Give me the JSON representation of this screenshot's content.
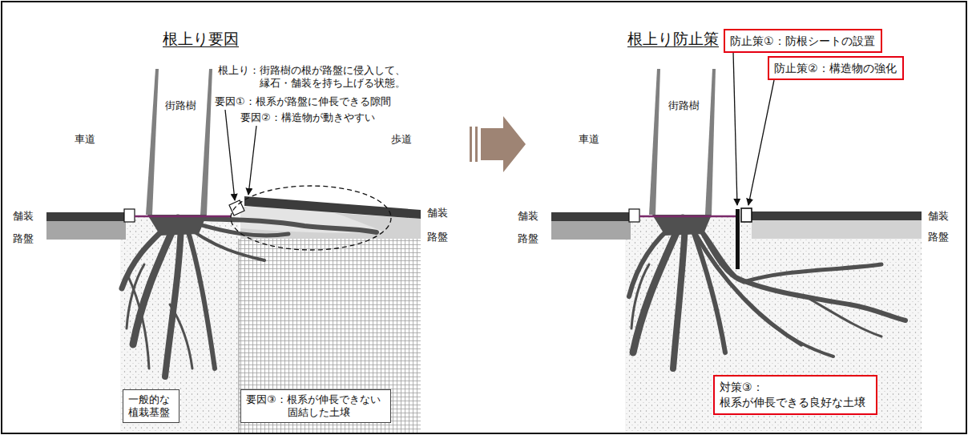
{
  "diagram": {
    "nodes": [
      {
        "text": [
          "一般的な 植栽基盤"
        ]
      },
      {
        "text": [
          "要因③：根系が伸長できない 固結した土壌"
        ]
      },
      {
        "text": [
          "防止策①：防根シートの設置"
        ]
      },
      {
        "text": [
          "防止策②：構造物の強化"
        ]
      },
      {
        "text": [
          "対策③： 根系が伸長できる良好な土壌"
        ]
      }
    ],
    "labels": [
      "根上り要因",
      "根上り：街路樹の根が路盤に侵入して、 縁石・舗装を持ち上げる状態。",
      "要因①：根系が路盤に伸長できる隙間",
      "要因②：構造物が動きやすい",
      "街路樹",
      "車道",
      "歩道",
      "舗装",
      "路盤",
      "舗装",
      "路盤",
      "根上り防止策",
      "街路樹",
      "車道",
      "舗装",
      "路盤",
      "舗装",
      "路盤"
    ]
  }
}
